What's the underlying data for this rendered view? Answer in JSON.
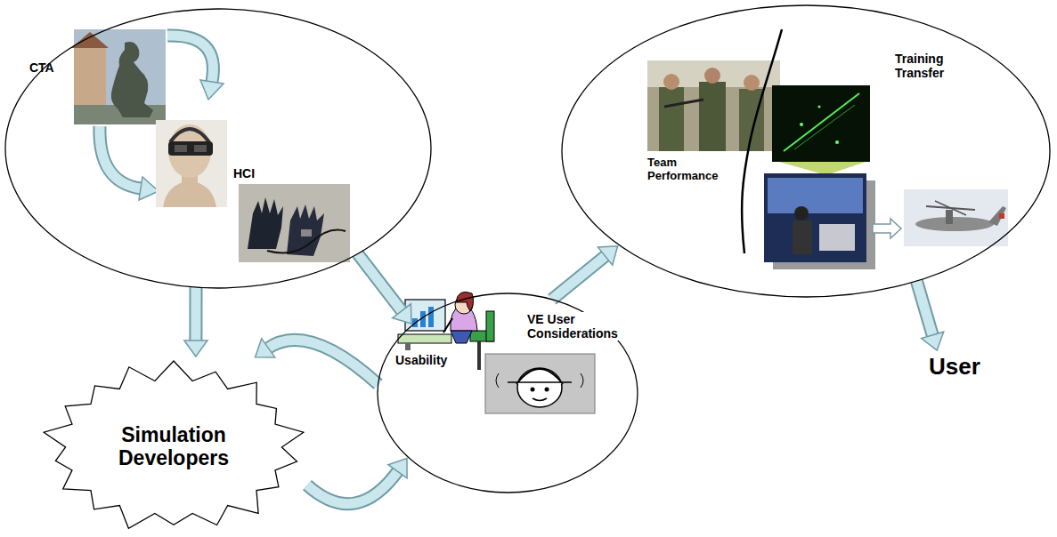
{
  "diagram": {
    "nodes": [
      {
        "text": [
          "CTA",
          "HCI"
        ]
      },
      {
        "text": [
          "Simulation Developers"
        ]
      },
      {
        "text": [
          "VE User Considerations",
          "Usability"
        ]
      },
      {
        "text": [
          "Training Transfer",
          "Team Performance"
        ]
      },
      {
        "text": [
          "User"
        ]
      }
    ],
    "edges": [
      {
        "from": 0,
        "to": 1,
        "arrow": "to"
      },
      {
        "from": 0,
        "to": 2,
        "arrow": "to"
      },
      {
        "from": 2,
        "to": 1,
        "arrow": "to"
      },
      {
        "from": 1,
        "to": 2,
        "arrow": "to"
      },
      {
        "from": 2,
        "to": 3,
        "arrow": "to"
      },
      {
        "from": 3,
        "to": 4,
        "arrow": "to"
      }
    ]
  }
}
